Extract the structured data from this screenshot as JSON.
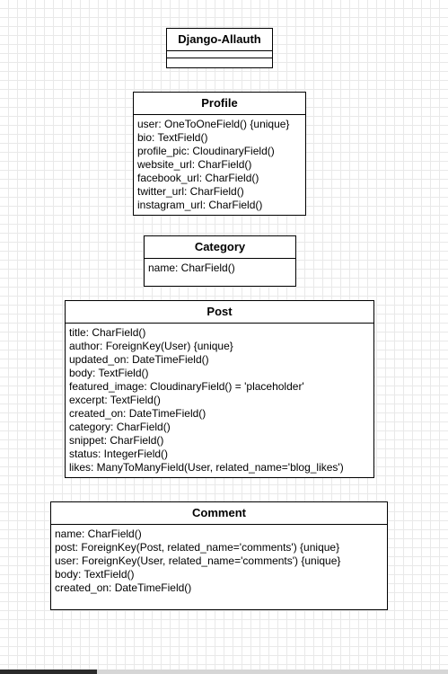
{
  "classes": {
    "allauth": {
      "name": "Django-Allauth",
      "attributes": []
    },
    "profile": {
      "name": "Profile",
      "attributes": [
        "user: OneToOneField() {unique}",
        "bio: TextField()",
        "profile_pic: CloudinaryField()",
        "website_url: CharField()",
        "facebook_url: CharField()",
        "twitter_url: CharField()",
        "instagram_url: CharField()"
      ]
    },
    "category": {
      "name": "Category",
      "attributes": [
        "name: CharField()"
      ]
    },
    "post": {
      "name": "Post",
      "attributes": [
        "title: CharField()",
        "author: ForeignKey(User) {unique}",
        "updated_on: DateTimeField()",
        "body: TextField()",
        "featured_image: CloudinaryField() = 'placeholder'",
        "excerpt: TextField()",
        "created_on: DateTimeField()",
        "category: CharField()",
        "snippet: CharField()",
        "status: IntegerField()",
        "likes: ManyToManyField(User,  related_name='blog_likes')"
      ]
    },
    "comment": {
      "name": "Comment",
      "attributes": [
        "name: CharField()",
        "post: ForeignKey(Post, related_name='comments') {unique}",
        "user: ForeignKey(User, related_name='comments') {unique}",
        "body: TextField()",
        "created_on: DateTimeField()"
      ]
    }
  }
}
